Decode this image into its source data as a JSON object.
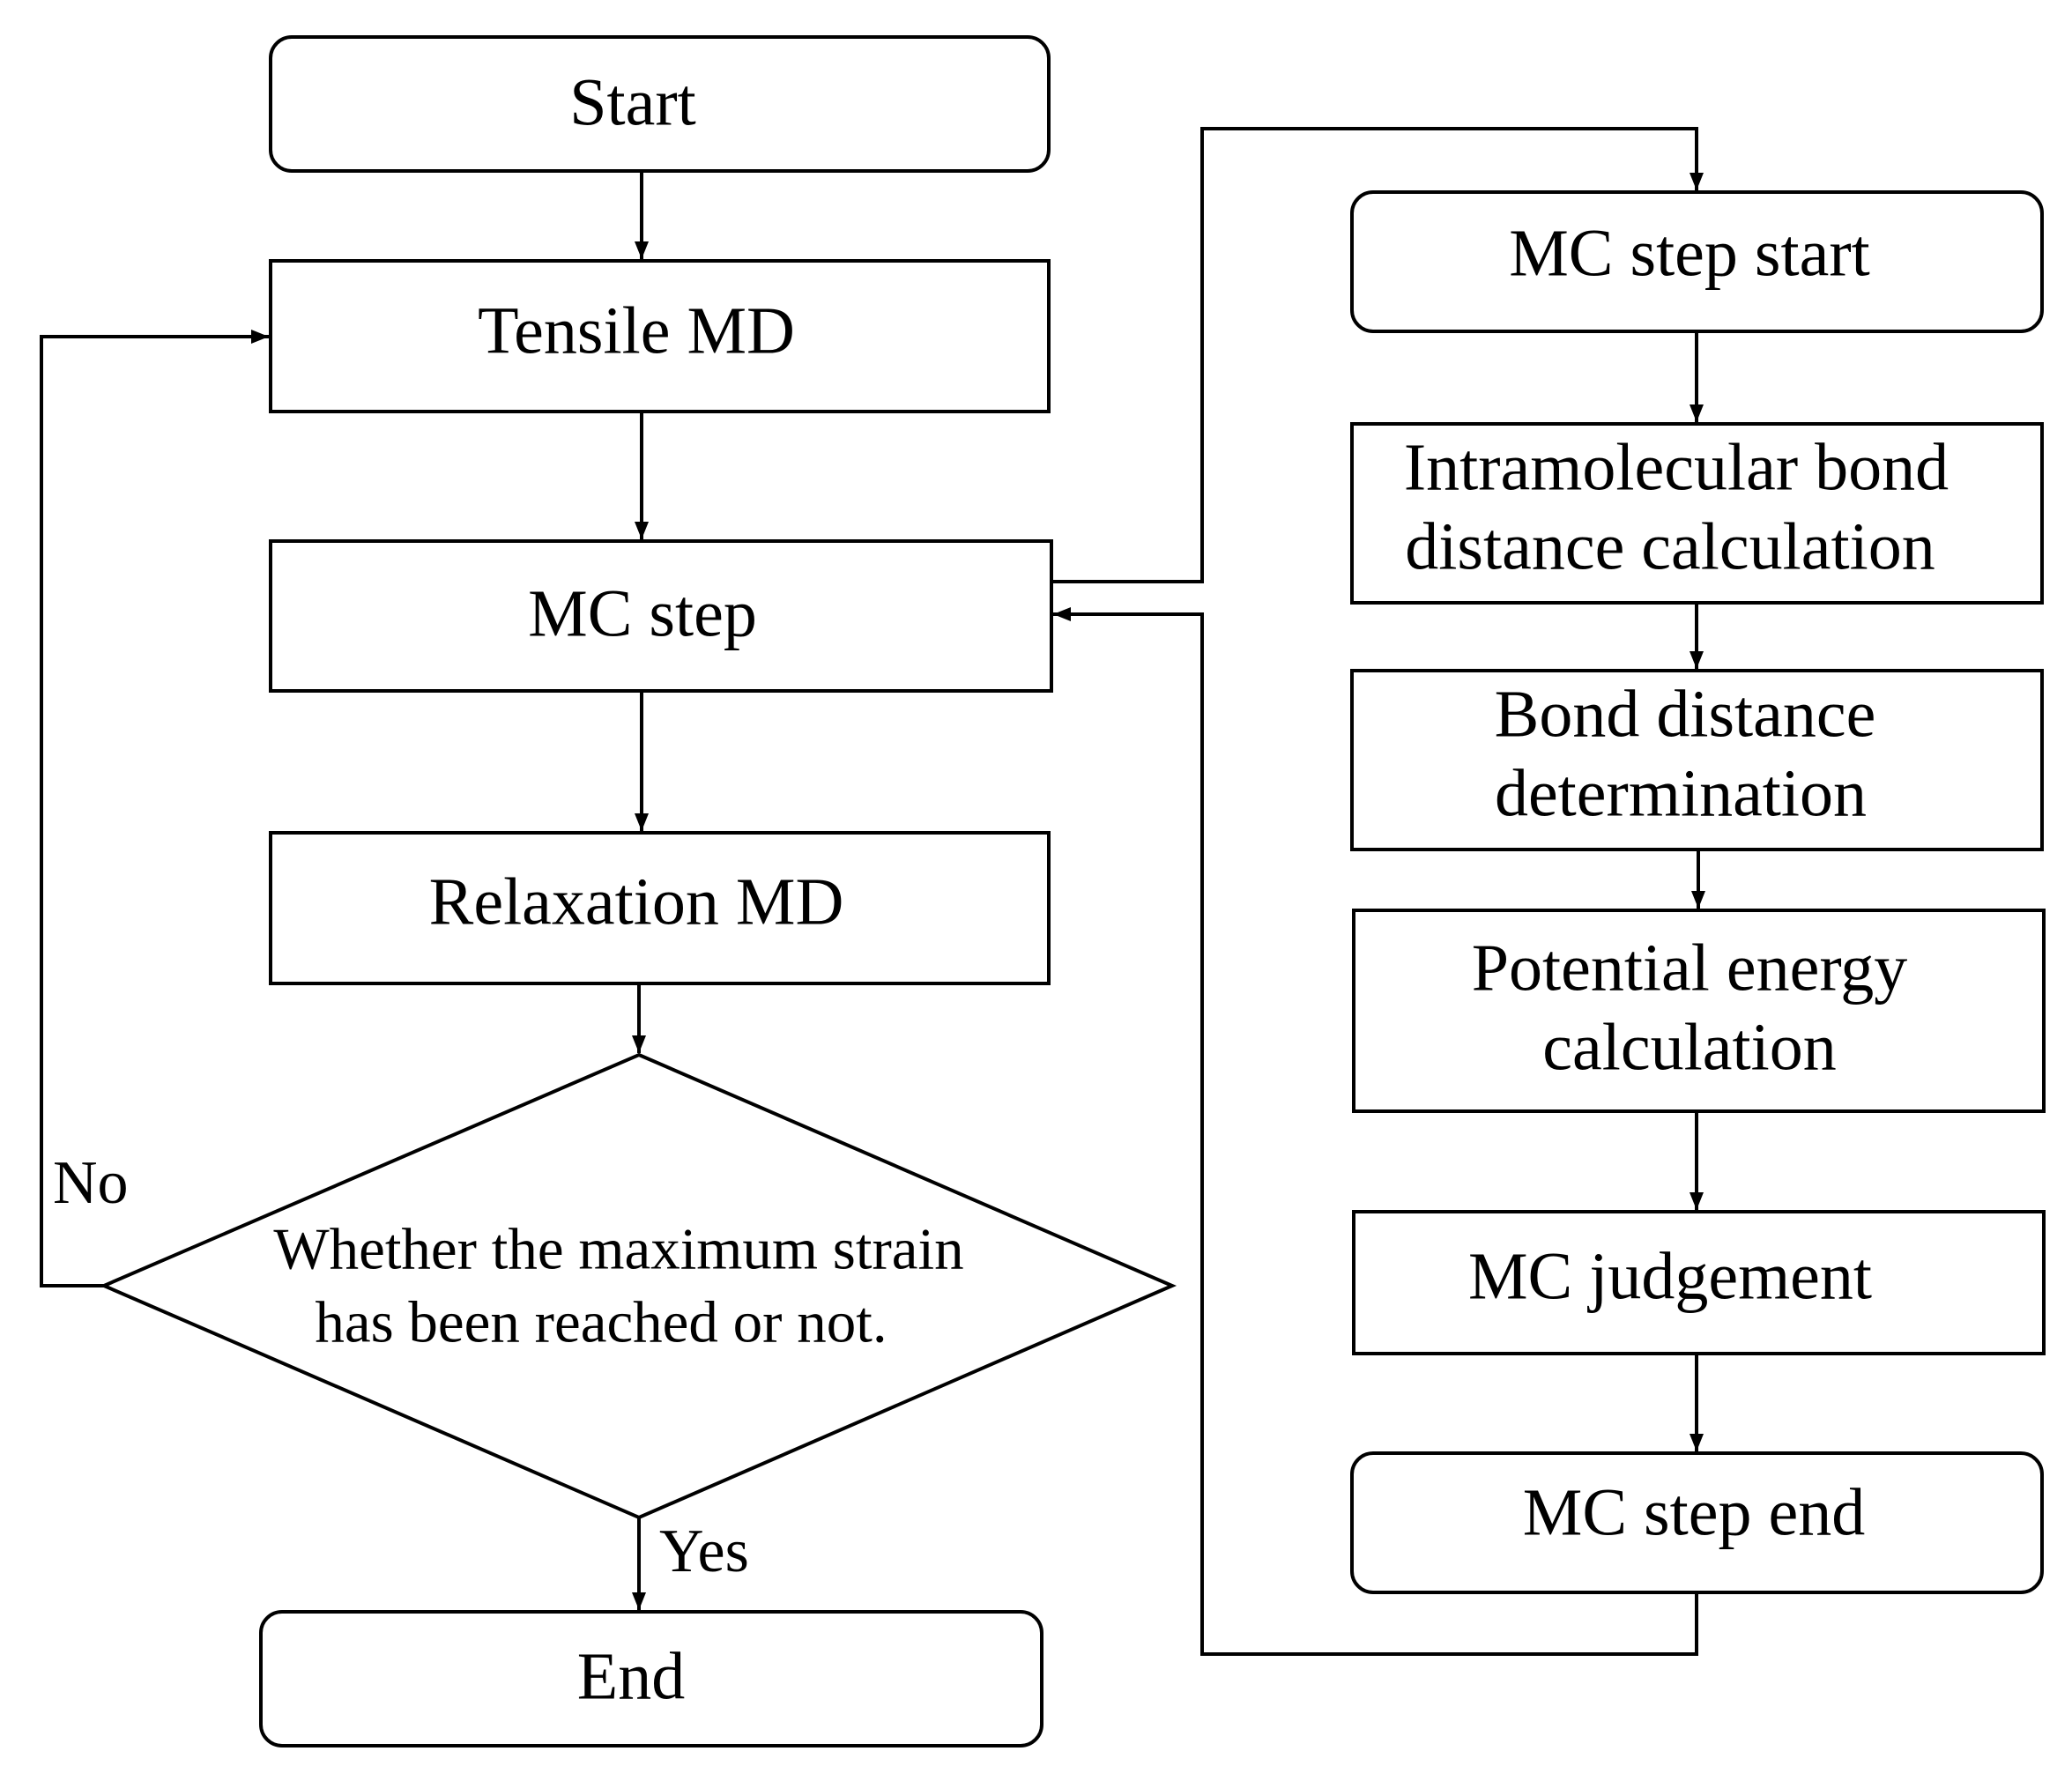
{
  "flowchart": {
    "main": {
      "start": "Start",
      "tensile_md": "Tensile MD",
      "mc_step": "MC step",
      "relaxation_md": "Relaxation MD",
      "decision_line1": "Whether the maximum strain",
      "decision_line2": "has been reached or not.",
      "end": "End",
      "label_no": "No",
      "label_yes": "Yes"
    },
    "mc_detail": {
      "mc_step_start": "MC step start",
      "bond_calc_line1": "Intramolecular bond",
      "bond_calc_line2": "distance calculation",
      "bond_det_line1": "Bond distance",
      "bond_det_line2": "determination",
      "energy_line1": "Potential energy",
      "energy_line2": "calculation",
      "judgement": "MC judgement",
      "mc_step_end": "MC step end"
    }
  }
}
